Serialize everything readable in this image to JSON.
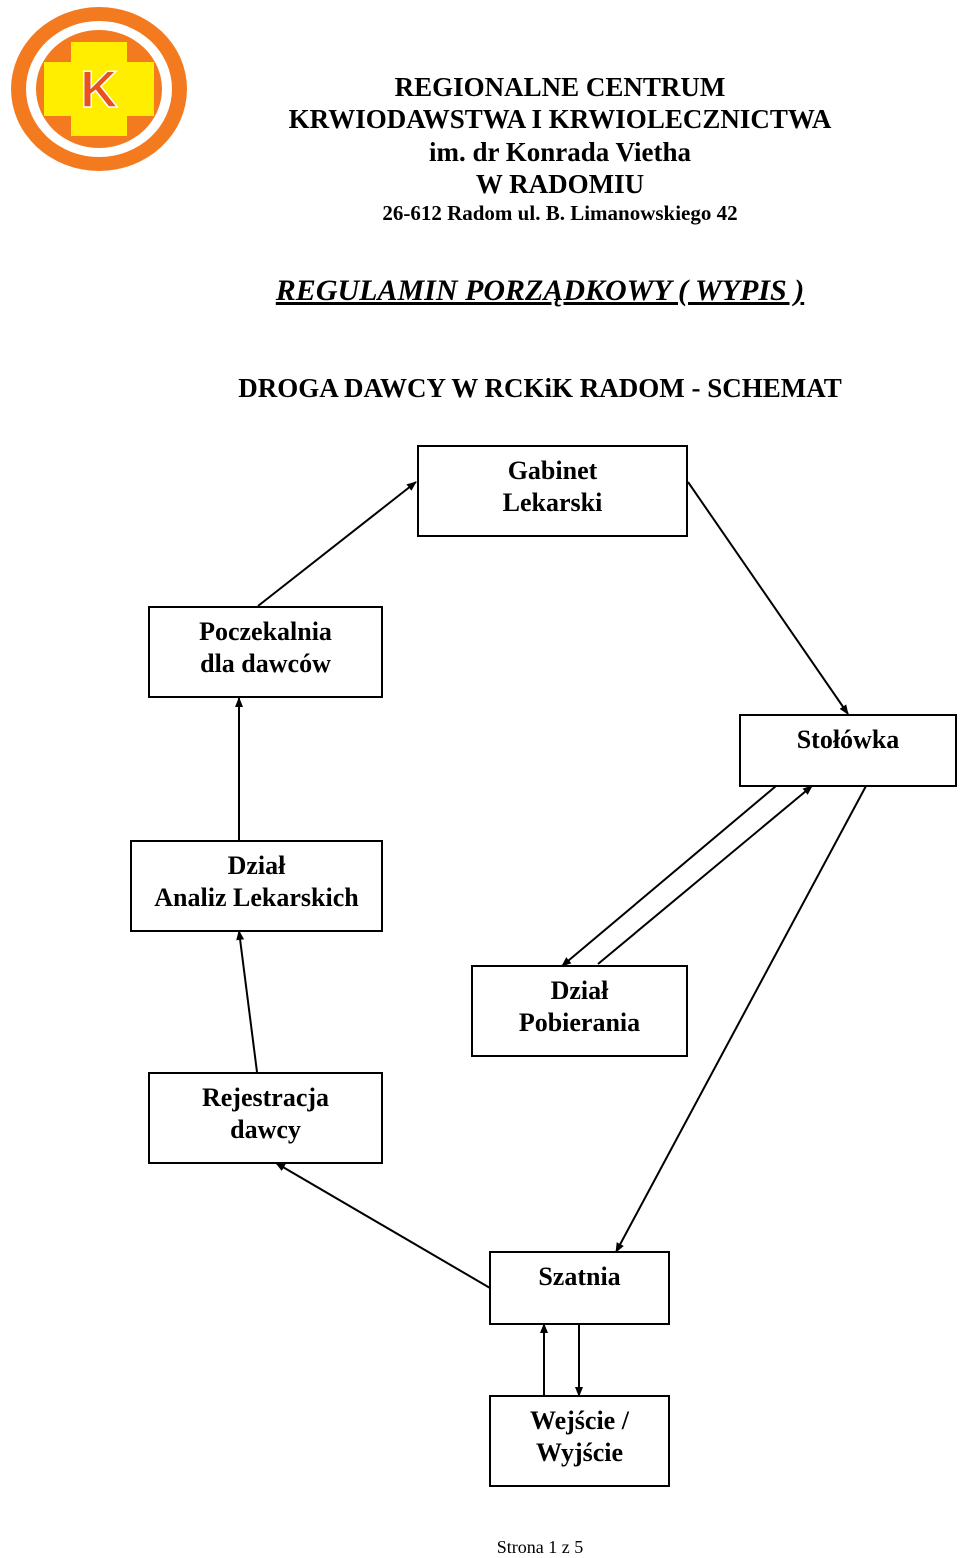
{
  "header": {
    "line1": "REGIONALNE CENTRUM",
    "line2": "KRWIODAWSTWA I KRWIOLECZNICTWA",
    "line3": "im. dr Konrada Vietha",
    "line4": "W RADOMIU",
    "address": "26-612 Radom ul. B. Limanowskiego 42"
  },
  "logo": {
    "letter": "K",
    "ring_color": "#f47a20",
    "cross_color": "#ffee00",
    "letter_color": "#e8501e"
  },
  "regulation_title": "REGULAMIN PORZĄDKOWY ( WYPIS )",
  "schema_title": "DROGA DAWCY W RCKiK RADOM - SCHEMAT",
  "nodes": {
    "gabinet": "Gabinet\nLekarski",
    "poczekalnia": "Poczekalnia\ndla  dawców",
    "stolowka": "Stołówka",
    "analiz": "Dział\nAnaliz Lekarskich",
    "pobierania": "Dział\nPobierania",
    "rejestracja": "Rejestracja\ndawcy",
    "szatnia": "Szatnia",
    "wejscie": "Wejście /\nWyjście"
  },
  "footer": "Strona 1 z 5"
}
